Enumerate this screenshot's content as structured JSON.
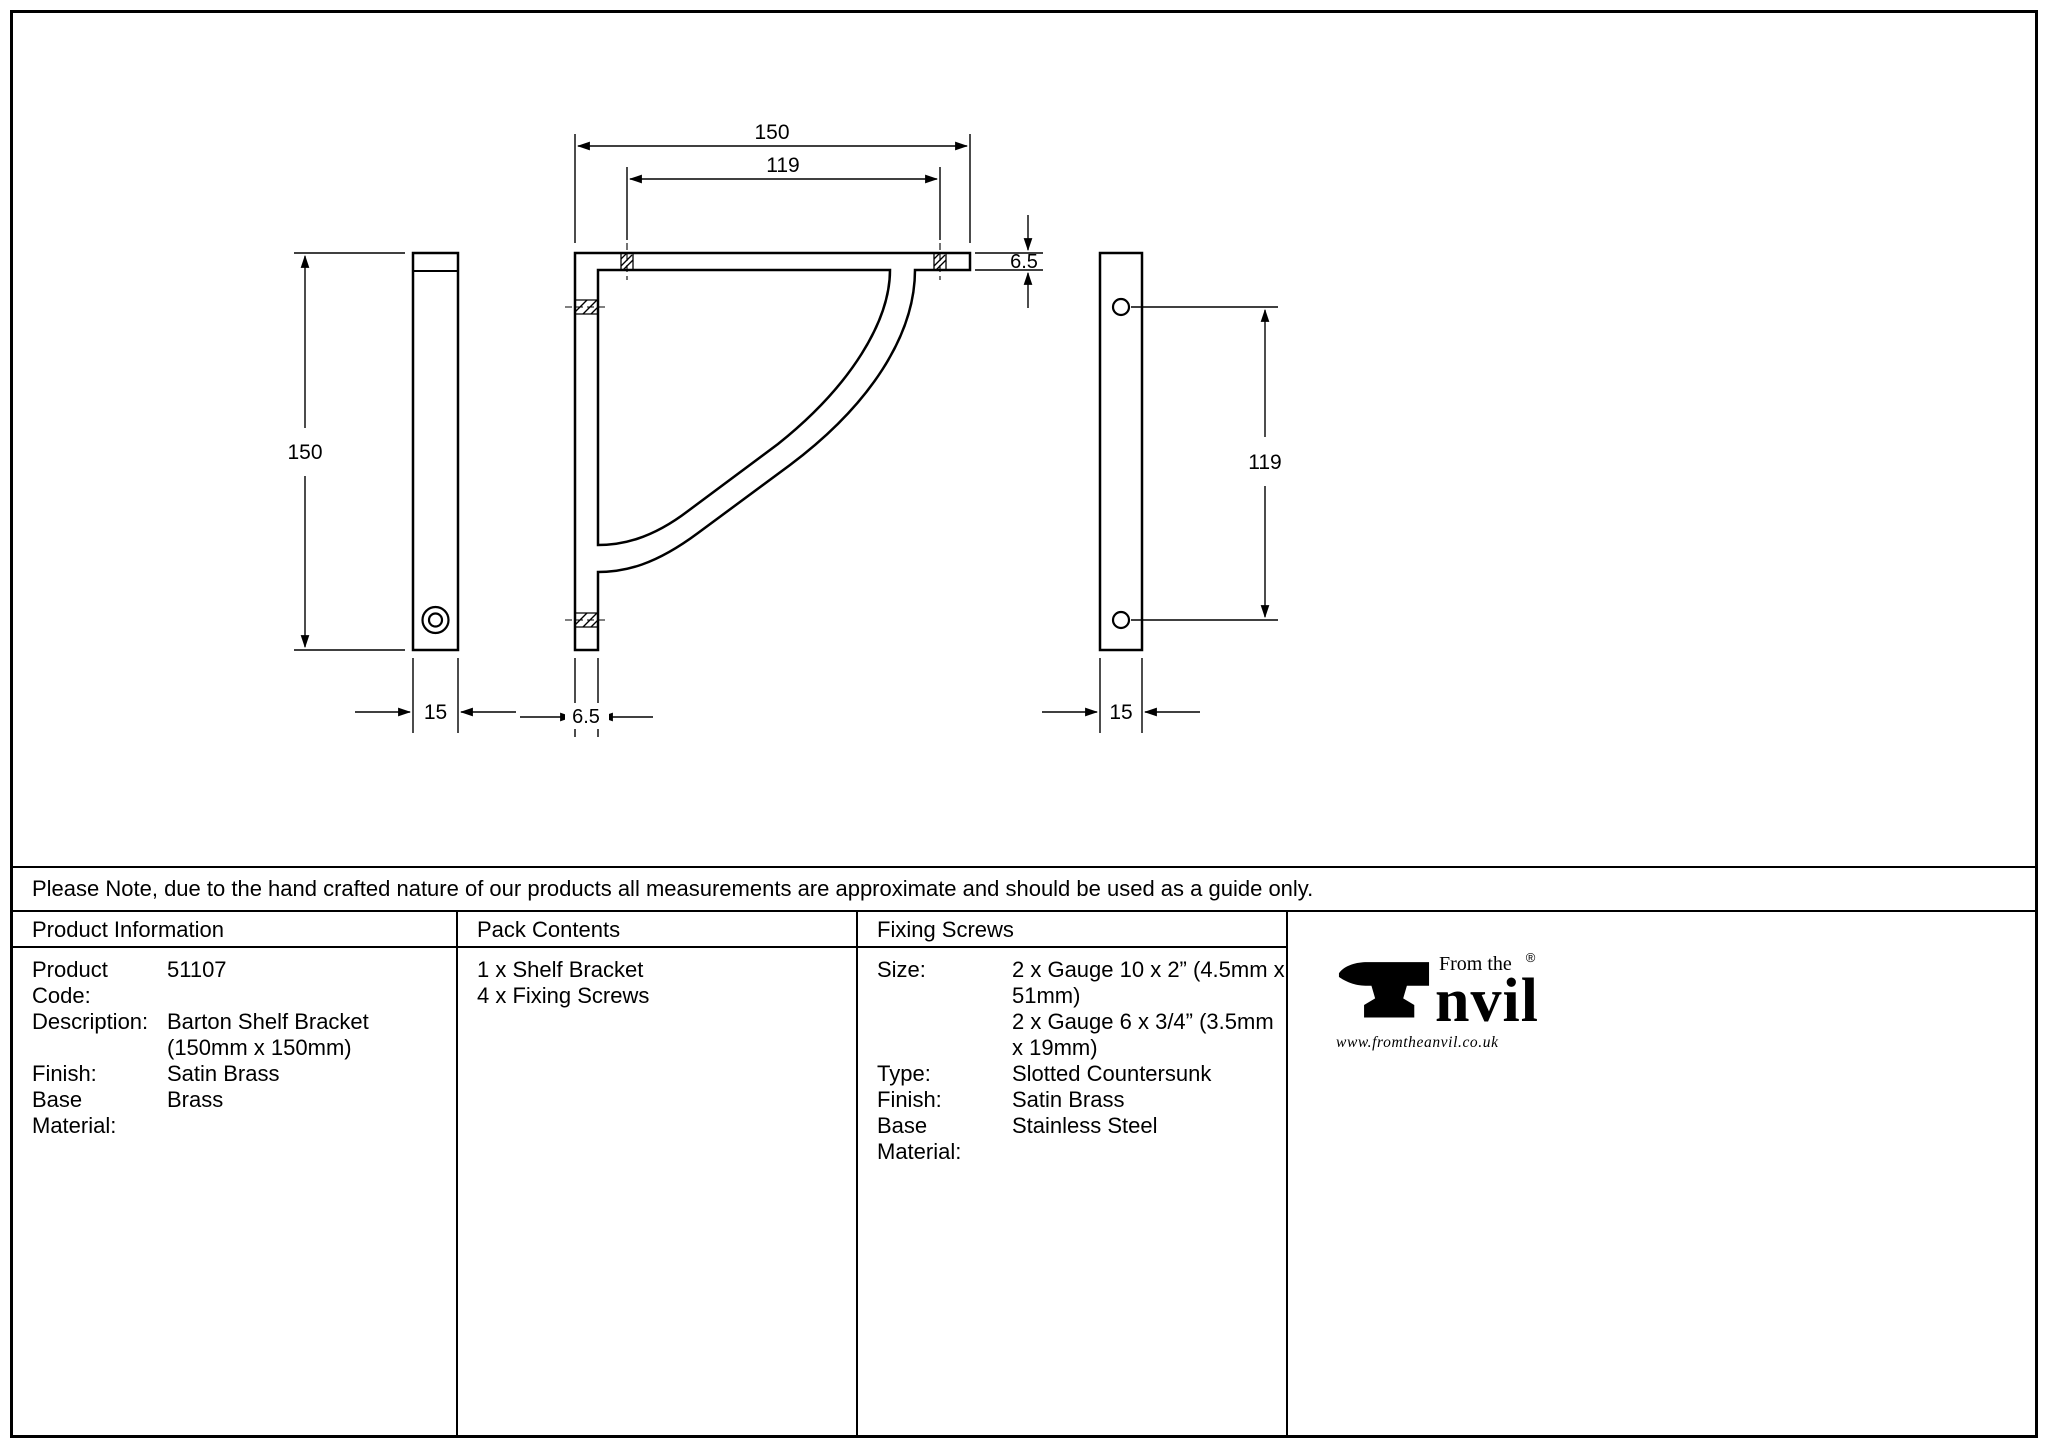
{
  "colors": {
    "line": "#000000",
    "background": "#ffffff"
  },
  "drawing": {
    "dim_labels": {
      "front_width": "150",
      "front_hole_spacing": "119",
      "arm_thickness": "6.5",
      "side_left_height": "150",
      "side_left_width": "15",
      "leg_thickness": "6.5",
      "back_hole_spacing": "119",
      "side_right_width": "15"
    }
  },
  "note": "Please Note, due to the hand crafted nature of our products all measurements are approximate and should be used as a guide only.",
  "table": {
    "product_info": {
      "header": "Product Information",
      "rows": [
        {
          "label": "Product Code:",
          "value": "51107"
        },
        {
          "label": "Description:",
          "value": "Barton Shelf Bracket"
        },
        {
          "label": "",
          "value": "(150mm x 150mm)"
        },
        {
          "label": "Finish:",
          "value": "Satin Brass"
        },
        {
          "label": "Base Material:",
          "value": "Brass"
        }
      ]
    },
    "pack_contents": {
      "header": "Pack Contents",
      "items": [
        "1 x Shelf Bracket",
        "4 x Fixing Screws"
      ]
    },
    "fixing_screws": {
      "header": "Fixing Screws",
      "rows": [
        {
          "label": "Size:",
          "value": "2 x Gauge 10 x 2” (4.5mm x 51mm)"
        },
        {
          "label": "",
          "value": "2 x Gauge 6 x 3/4” (3.5mm x 19mm)"
        },
        {
          "label": "Type:",
          "value": "Slotted Countersunk"
        },
        {
          "label": "Finish:",
          "value": "Satin Brass"
        },
        {
          "label": "Base Material:",
          "value": "Stainless Steel"
        }
      ]
    }
  },
  "logo": {
    "from_the": "From the",
    "brand_rest": "nvil",
    "registered": "®",
    "url": "www.fromtheanvil.co.uk"
  }
}
